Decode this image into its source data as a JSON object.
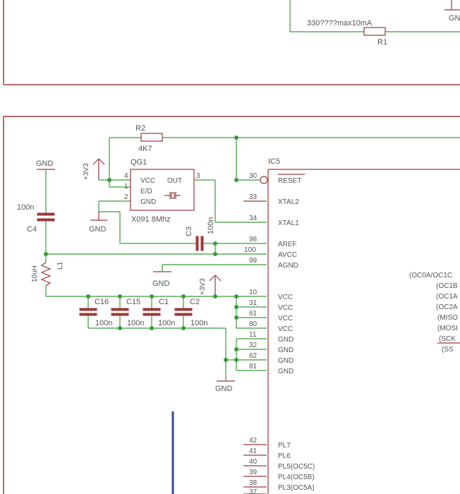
{
  "top_block": {
    "r1_value": "330????max10mA",
    "r1_name": "R1",
    "gnd_fragment": "GN"
  },
  "oscillator": {
    "r2_name": "R2",
    "r2_value": "4K7",
    "qg1_name": "QG1",
    "qg1_part": "X091 8Mhz",
    "pins": {
      "vcc": "VCC",
      "ed": "E/D",
      "gnd": "GND",
      "out": "OUT"
    },
    "pin_numbers": {
      "p4": "4",
      "p1": "1",
      "p2": "2",
      "p3": "3"
    },
    "supply_label": "+3V3",
    "gnd_label": "GND",
    "c3_name": "C3",
    "c3_value": "100n"
  },
  "left_filter": {
    "gnd_top": "GND",
    "c4_value": "100n",
    "c4_name": "C4",
    "l1_value": "10uH",
    "l1_name": "L1"
  },
  "decoupling": {
    "supply_label": "+3V3",
    "agnd_label": "GND",
    "bottom_gnd": "GND",
    "caps": [
      {
        "name": "C16",
        "value": "100n"
      },
      {
        "name": "C15",
        "value": "100n"
      },
      {
        "name": "C1",
        "value": "100n"
      },
      {
        "name": "C2",
        "value": "100n"
      }
    ]
  },
  "ic5": {
    "name": "IC5",
    "pins": [
      {
        "num": "30",
        "label": "RESET"
      },
      {
        "num": "33",
        "label": "XTAL2"
      },
      {
        "num": "34",
        "label": "XTAL1"
      },
      {
        "num": "98",
        "label": "AREF"
      },
      {
        "num": "100",
        "label": "AVCC"
      },
      {
        "num": "99",
        "label": "AGND"
      },
      {
        "num": "10",
        "label": "VCC"
      },
      {
        "num": "31",
        "label": "VCC"
      },
      {
        "num": "61",
        "label": "VCC"
      },
      {
        "num": "80",
        "label": "VCC"
      },
      {
        "num": "11",
        "label": "GND"
      },
      {
        "num": "32",
        "label": "GND"
      },
      {
        "num": "62",
        "label": "GND"
      },
      {
        "num": "81",
        "label": "GND"
      },
      {
        "num": "42",
        "label": "PL7"
      },
      {
        "num": "41",
        "label": "PL6"
      },
      {
        "num": "40",
        "label": "PL5(OC5C)"
      },
      {
        "num": "39",
        "label": "PL4(OC5B)"
      },
      {
        "num": "38",
        "label": "PL3(OC5A)"
      },
      {
        "num": "37",
        "label": ""
      }
    ],
    "right_labels": [
      "(OC0A/OC1C",
      "(OC1B",
      "(OC1A",
      "(OC2A",
      "(MISO",
      "(MOSI",
      "(SCK",
      "(SS"
    ]
  }
}
